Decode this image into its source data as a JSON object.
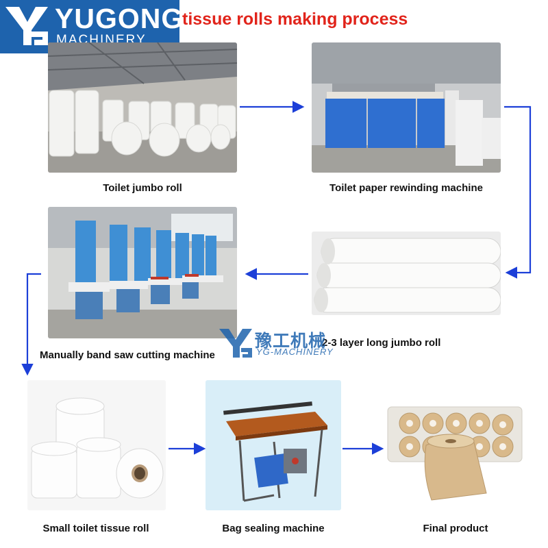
{
  "brand": {
    "name": "YUGONG",
    "sub": "MACHINERY"
  },
  "title": "tissue rolls making process",
  "steps": [
    {
      "label": "Toilet jumbo roll"
    },
    {
      "label": "Toilet paper rewinding machine"
    },
    {
      "label": "2-3 layer long jumbo roll"
    },
    {
      "label": "Manually band saw cutting machine"
    },
    {
      "label": "Small toilet tissue roll"
    },
    {
      "label": "Bag sealing machine"
    },
    {
      "label": "Final product"
    }
  ],
  "watermark": {
    "cn": "豫工机械",
    "en": "YG-MACHINERY"
  },
  "colors": {
    "brand_blue": "#1e63ad",
    "arrow_blue": "#1c3fd8",
    "title_red": "#e1241b"
  }
}
